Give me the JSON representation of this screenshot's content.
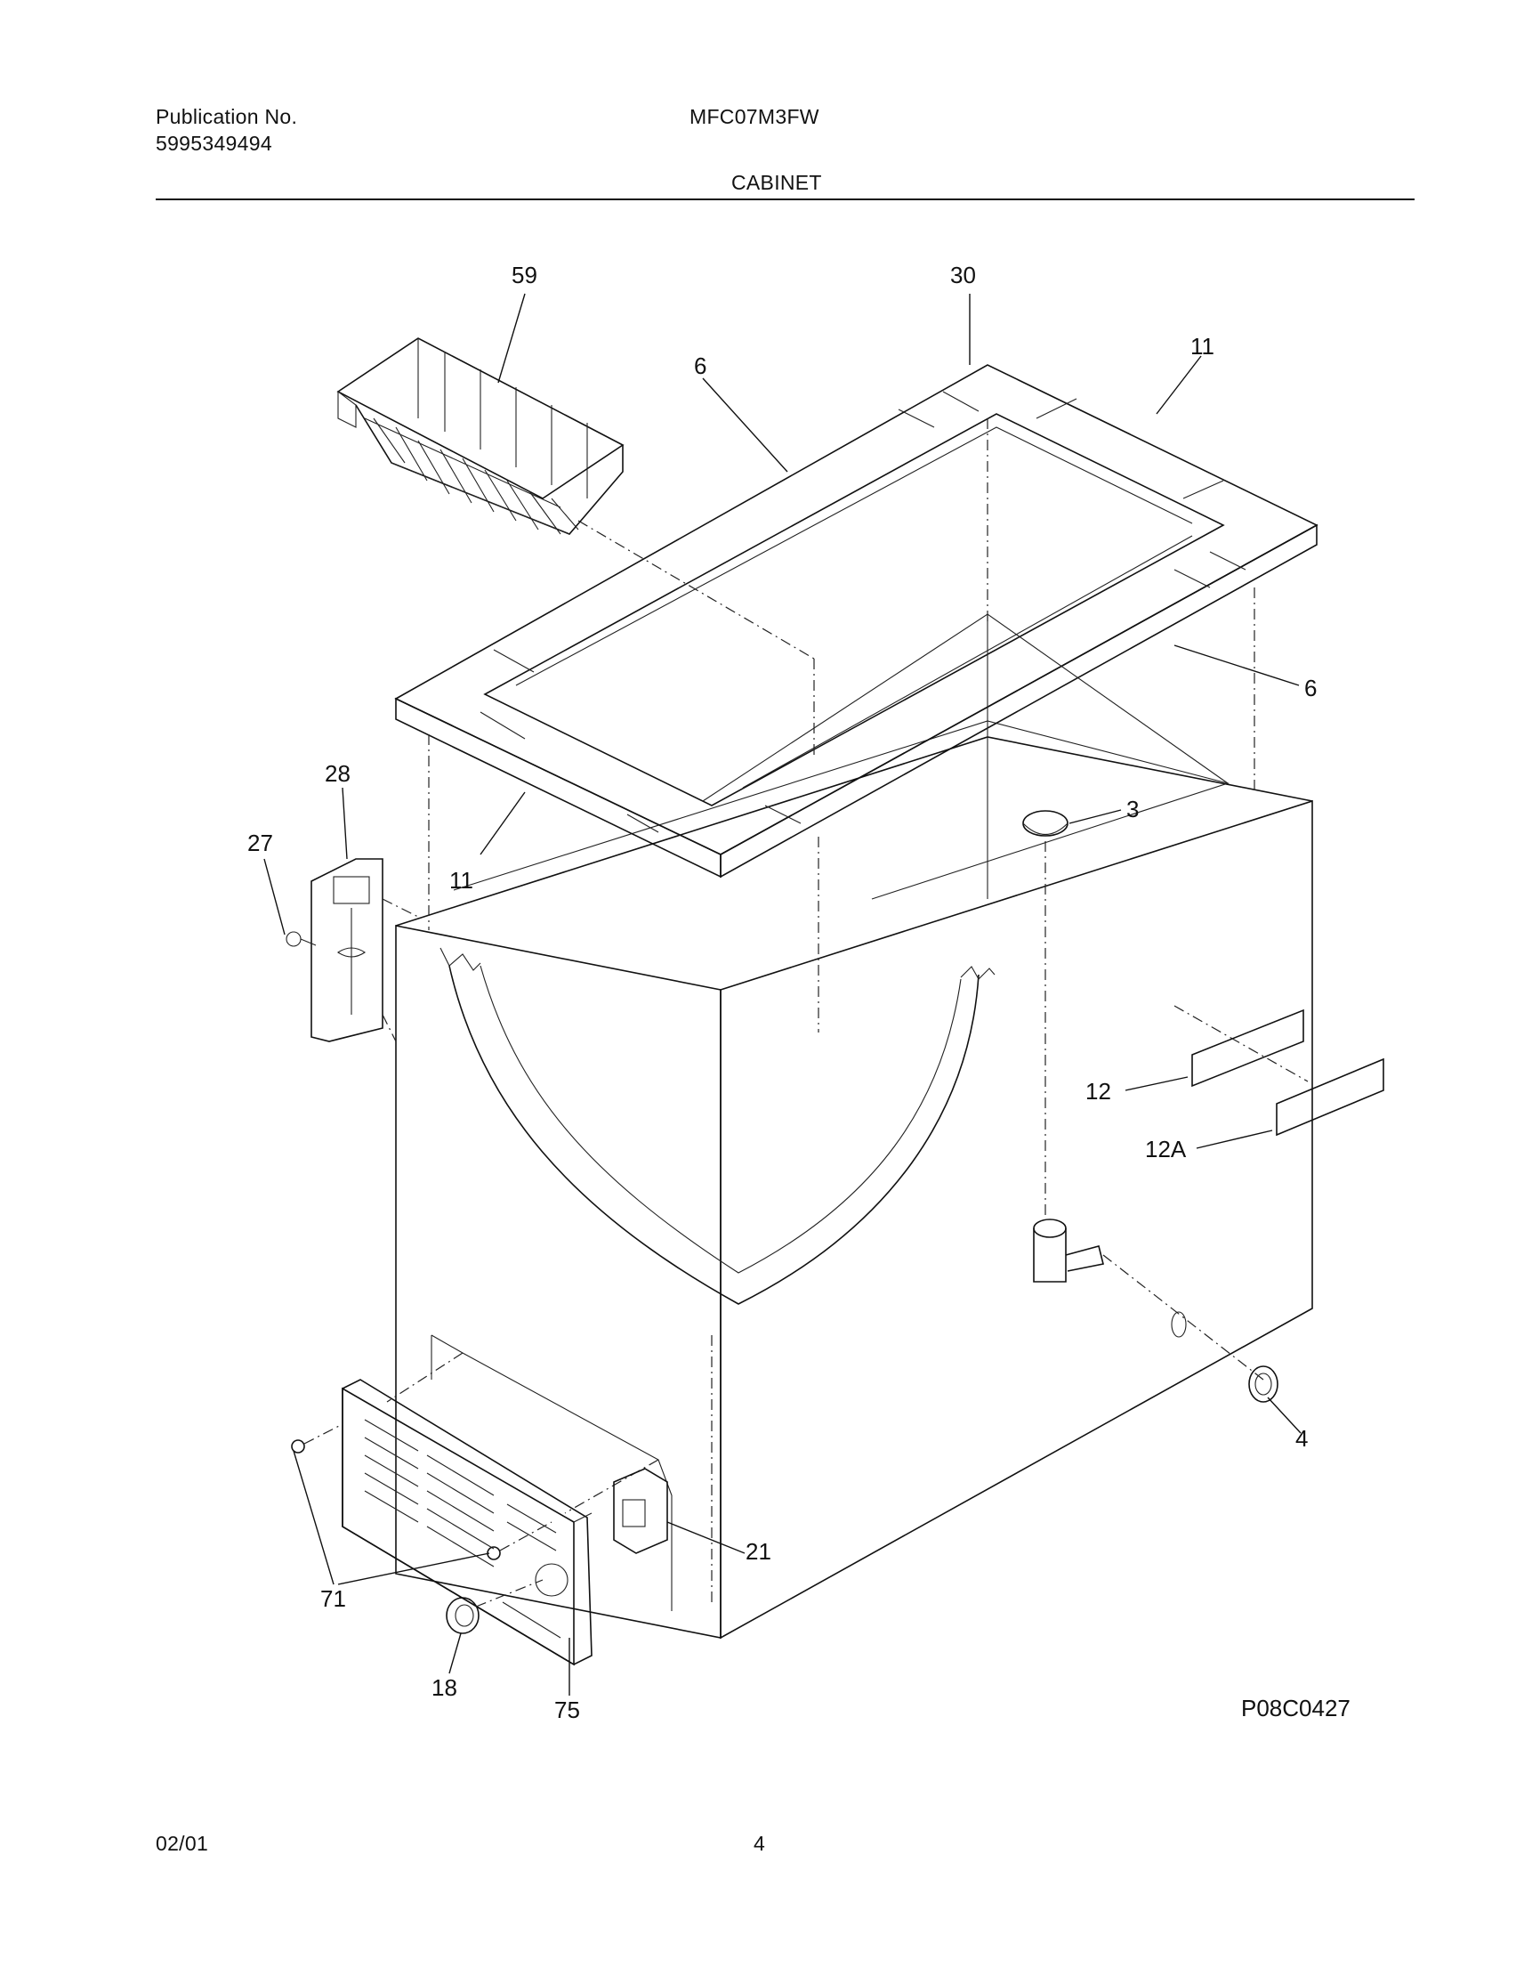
{
  "header": {
    "publication_label": "Publication No.",
    "publication_number": "5995349494",
    "model": "MFC07M3FW",
    "section_title": "CABINET"
  },
  "diagram": {
    "callouts": {
      "c59": "59",
      "c30": "30",
      "c6a": "6",
      "c11a": "11",
      "c6b": "6",
      "c28": "28",
      "c27": "27",
      "c11b": "11",
      "c3": "3",
      "c12": "12",
      "c12a": "12A",
      "c4": "4",
      "c21": "21",
      "c71": "71",
      "c18": "18",
      "c75": "75"
    },
    "figure_code": "P08C0427"
  },
  "footer": {
    "date": "02/01",
    "page_number": "4"
  }
}
